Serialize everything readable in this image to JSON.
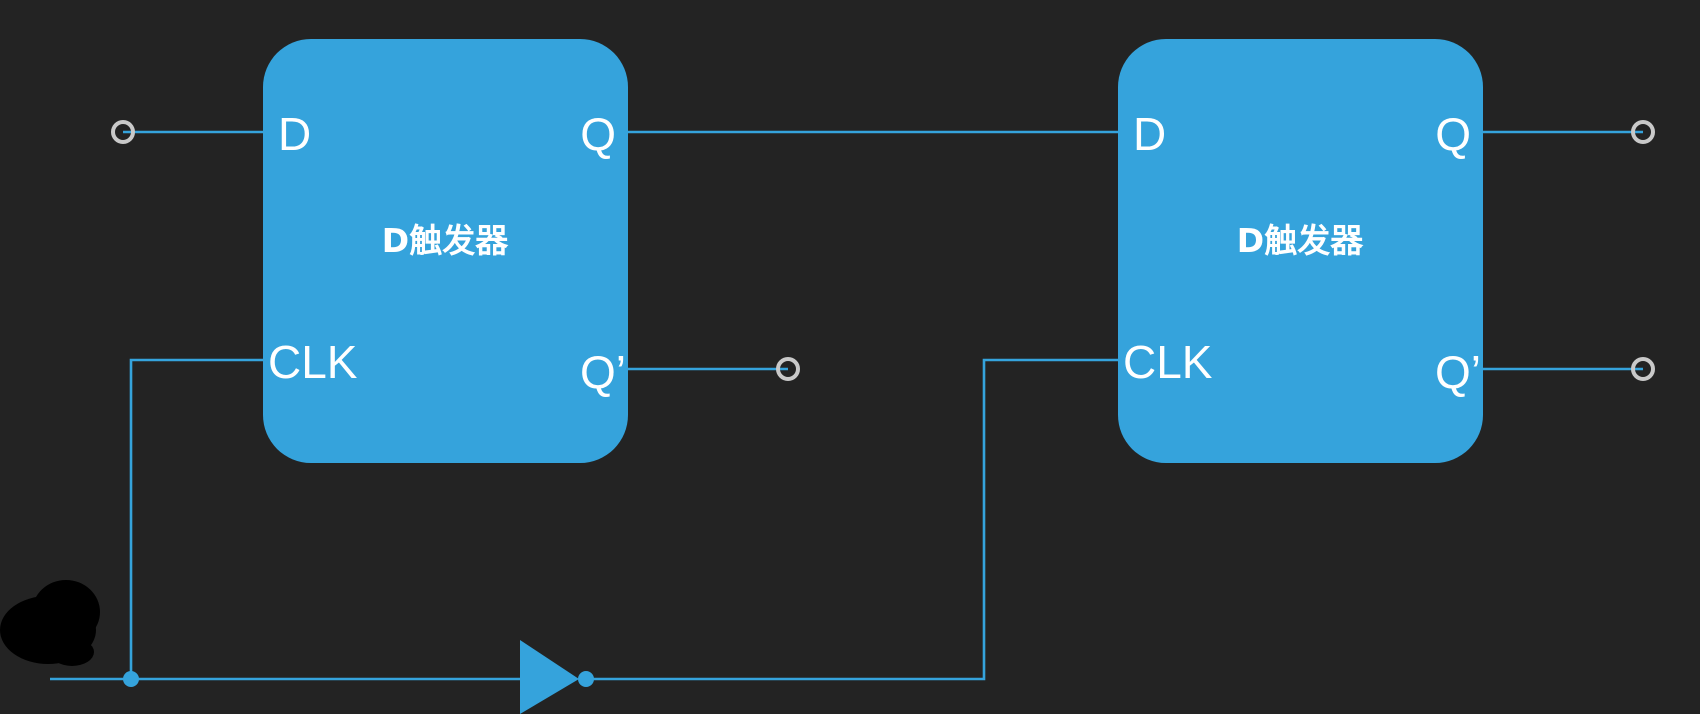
{
  "diagram": {
    "flip_flop_1": {
      "title": "D触发器",
      "pins": {
        "d": "D",
        "q": "Q",
        "clk": "CLK",
        "q_bar": "Q’"
      }
    },
    "flip_flop_2": {
      "title": "D触发器",
      "pins": {
        "d": "D",
        "q": "Q",
        "clk": "CLK",
        "q_bar": "Q’"
      }
    },
    "colors": {
      "background": "#232323",
      "block_fill": "#35a3dc",
      "wire": "#35a3dc",
      "terminal": "#c9c9c9",
      "label_text": "#ffffff"
    },
    "icons": {
      "terminal": "open-circle",
      "inverter": "not-gate-triangle",
      "junction": "filled-dot"
    }
  }
}
